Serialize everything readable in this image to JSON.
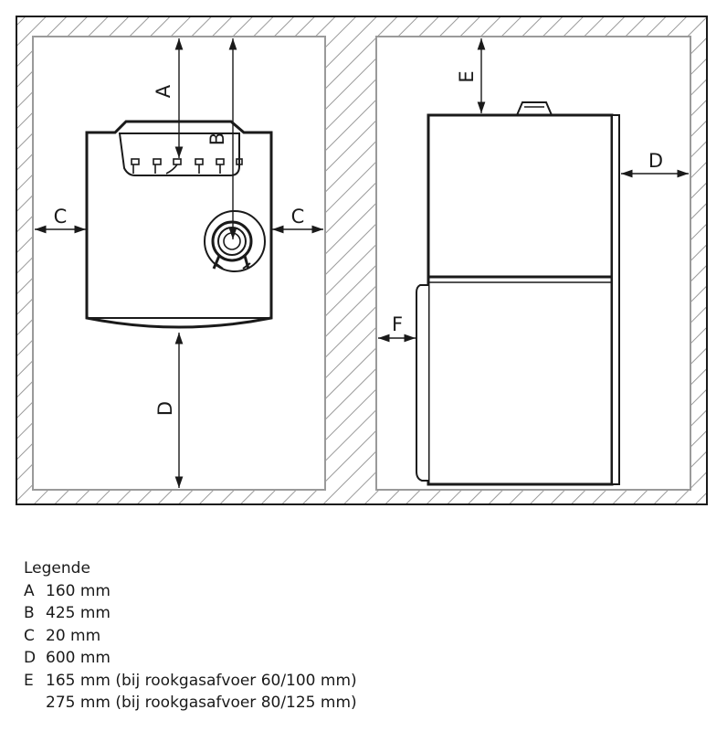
{
  "front_view": {
    "labels": {
      "a": "A",
      "b": "B",
      "c_left": "C",
      "c_right": "C",
      "d": "D"
    }
  },
  "side_view": {
    "labels": {
      "e": "E",
      "d": "D",
      "f": "F"
    }
  },
  "legend": {
    "title": "Legende",
    "items": [
      {
        "key": "A",
        "lines": [
          "160 mm"
        ]
      },
      {
        "key": "B",
        "lines": [
          "425 mm"
        ]
      },
      {
        "key": "C",
        "lines": [
          "20 mm"
        ]
      },
      {
        "key": "D",
        "lines": [
          "600 mm"
        ]
      },
      {
        "key": "E",
        "lines": [
          "165 mm (bij rookgasafvoer 60/100 mm)",
          "275 mm (bij rookgasafvoer 80/125 mm)"
        ]
      }
    ]
  }
}
